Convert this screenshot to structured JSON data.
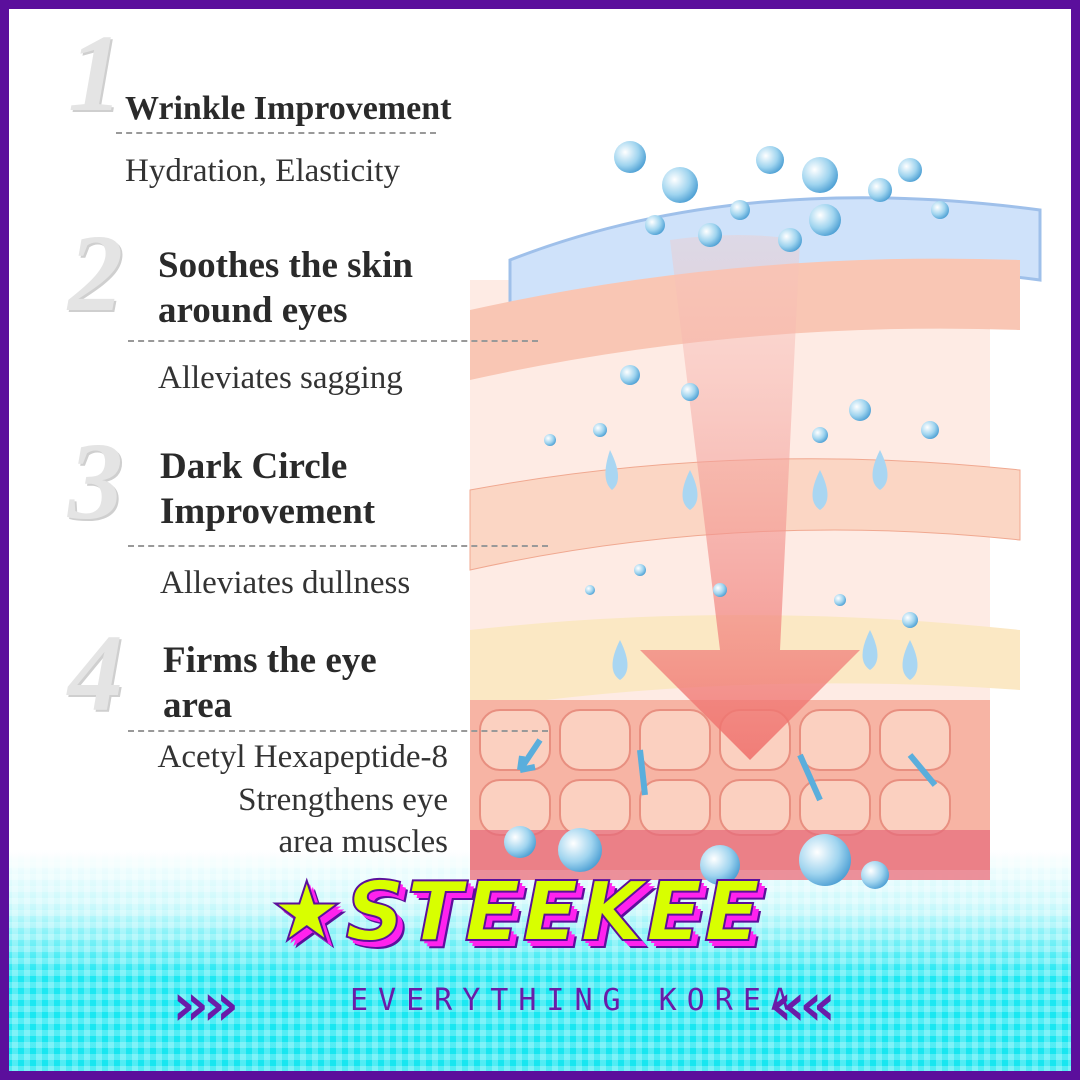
{
  "features": [
    {
      "number": "1",
      "title": "Wrinkle Improvement",
      "subtitle": "Hydration, Elasticity"
    },
    {
      "number": "2",
      "title_lines": [
        "Soothes the skin",
        "around eyes"
      ],
      "subtitle": "Alleviates sagging"
    },
    {
      "number": "3",
      "title_lines": [
        "Dark Circle",
        "Improvement"
      ],
      "subtitle": "Alleviates dullness"
    },
    {
      "number": "4",
      "title_lines": [
        "Firms the eye",
        "area"
      ],
      "subtitle_lines": [
        "Acetyl Hexapeptide-8",
        "Strengthens eye",
        "area muscles"
      ]
    }
  ],
  "brand": {
    "name": "STEEKEE",
    "tagline": "EVERYTHING KOREA",
    "chevrons_left": "»»",
    "chevrons_right": "««"
  },
  "colors": {
    "frame": "#5b0f9c",
    "logo_fill": "#d8ff00",
    "logo_shadow": "#ff22ee",
    "cyan": "#1ee8f2"
  }
}
